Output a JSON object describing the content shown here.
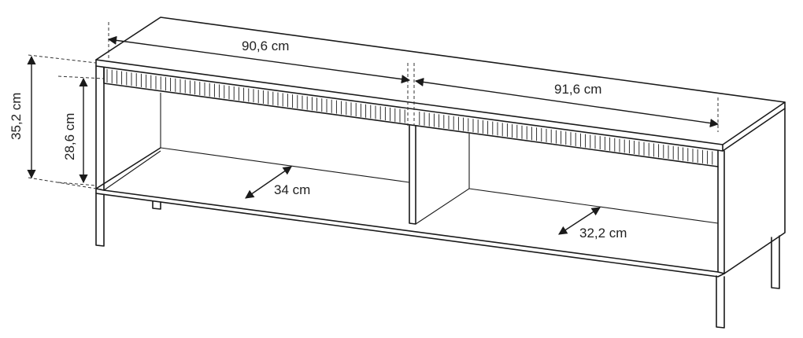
{
  "diagram": {
    "colors": {
      "line": "#1a1a1a",
      "background": "#ffffff"
    },
    "dimensions": {
      "width_left": "90,6 cm",
      "width_right": "91,6 cm",
      "depth_left": "34 cm",
      "depth_right": "32,2 cm",
      "height_total": "35,2 cm",
      "height_inner": "28,6 cm"
    }
  }
}
